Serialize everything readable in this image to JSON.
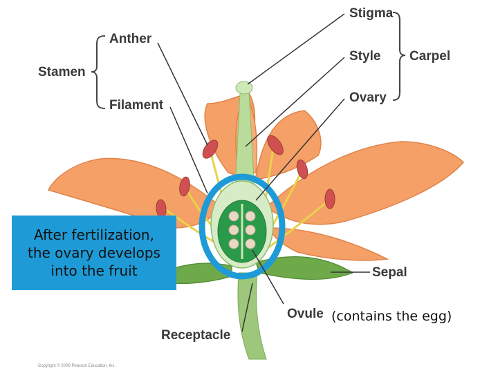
{
  "labels": {
    "stamen": "Stamen",
    "anther": "Anther",
    "filament": "Filament",
    "stigma": "Stigma",
    "style": "Style",
    "ovary": "Ovary",
    "carpel": "Carpel",
    "sepal": "Sepal",
    "ovule": "Ovule",
    "receptacle": "Receptacle"
  },
  "callout": {
    "line1": "After fertilization,",
    "line2": "the ovary develops",
    "line3": "into the fruit"
  },
  "ovule_note": "(contains the egg)",
  "copyright": "Copyright © 2009 Pearson Education, Inc.",
  "colors": {
    "petal": "#f4a066",
    "petal_edge": "#e0834a",
    "stem": "#9dc77a",
    "sepal": "#6ea94a",
    "ovary_fill": "#2a9a4a",
    "ovule": "#e8d8c4",
    "anther": "#d05050",
    "filament": "#e8d24a",
    "highlight_ring": "#1e9bd7",
    "callout_bg": "#1e9bd7"
  }
}
